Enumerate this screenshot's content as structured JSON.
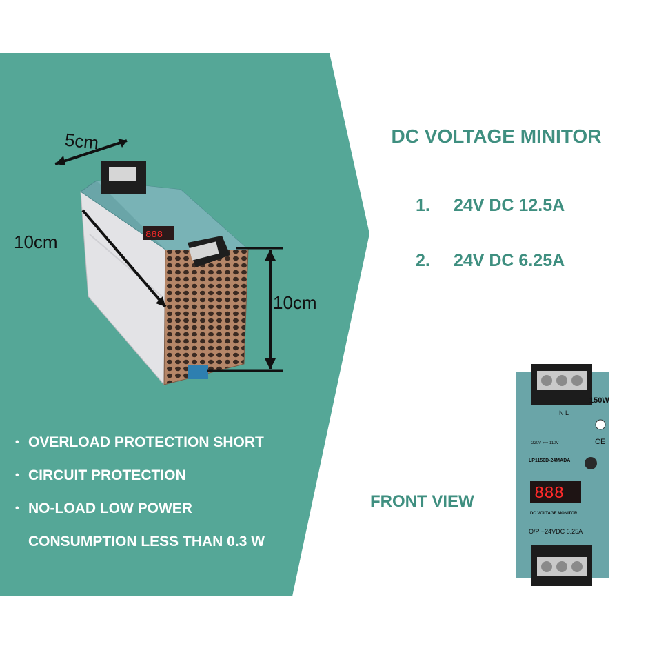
{
  "heading": "DC VOLTAGE MINITOR",
  "models": [
    {
      "num": "1.",
      "text": "24V DC 12.5A"
    },
    {
      "num": "2.",
      "text": "24V DC 6.25A"
    }
  ],
  "front_view_label": "FRONT VIEW",
  "features": [
    {
      "bullet": "•",
      "text": "OVERLOAD PROTECTION SHORT"
    },
    {
      "bullet": "•",
      "text": "CIRCUIT PROTECTION"
    },
    {
      "bullet": "•",
      "text": "NO-LOAD LOW POWER"
    },
    {
      "bullet": "",
      "text": "CONSUMPTION LESS THAN 0.3 W"
    }
  ],
  "dimensions": {
    "width": "5cm",
    "depth": "10cm",
    "height": "10cm"
  },
  "front_panel": {
    "wattage": "150W",
    "model": "LP1150D-24MADA",
    "display": "888",
    "caption": "DC VOLTAGE MONITOR",
    "output": "O/P +24VDC  6.25A",
    "input_labels": "N  L",
    "voltage_select": "220V ⟺ 110V"
  },
  "colors": {
    "panel": "#55a797",
    "text_accent": "#3f8f80",
    "device_face": "#6aa5a8",
    "display_digits": "#ff2a2a"
  }
}
